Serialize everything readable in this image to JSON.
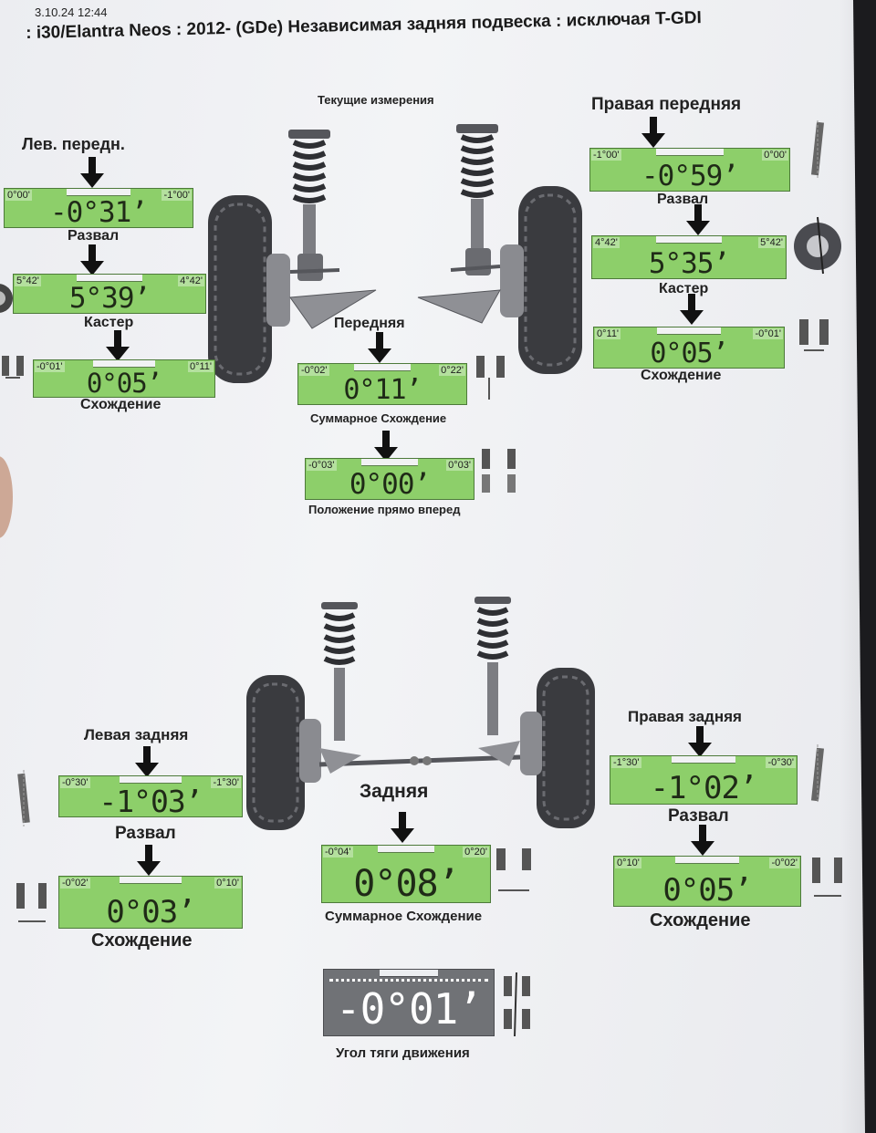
{
  "header": {
    "datetime": "3.10.24 12:44",
    "title": ": i30/Elantra Neos : 2012-  (GDe) Независимая задняя подвеска : исключая T-GDI"
  },
  "front": {
    "section_title": "Текущие измерения",
    "left": {
      "title": "Лев. передн.",
      "camber": {
        "label": "Развал",
        "value": "-0°31",
        "min": "0°00'",
        "max": "-1°00'"
      },
      "caster": {
        "label": "Кастер",
        "value": "5°39",
        "min": "5°42'",
        "max": "4°42'"
      },
      "toe": {
        "label": "Схождение",
        "value": "0°05",
        "min": "-0°01'",
        "max": "0°11'"
      }
    },
    "right": {
      "title": "Правая передняя",
      "camber": {
        "label": "Развал",
        "value": "-0°59",
        "min": "-1°00'",
        "max": "0°00'"
      },
      "caster": {
        "label": "Кастер",
        "value": "5°35",
        "min": "4°42'",
        "max": "5°42'"
      },
      "toe": {
        "label": "Схождение",
        "value": "0°05",
        "min": "0°11'",
        "max": "-0°01'"
      }
    },
    "total": {
      "title": "Передняя",
      "toe": {
        "label": "Суммарное Схождение",
        "value": "0°11",
        "min": "-0°02'",
        "max": "0°22'"
      },
      "straight": {
        "label": "Положение прямо вперед",
        "value": "0°00",
        "min": "-0°03'",
        "max": "0°03'"
      }
    }
  },
  "rear": {
    "left": {
      "title": "Левая задняя",
      "camber": {
        "label": "Развал",
        "value": "-1°03",
        "min": "-0°30'",
        "max": "-1°30'"
      },
      "toe": {
        "label": "Схождение",
        "value": "0°03",
        "min": "-0°02'",
        "max": "0°10'"
      }
    },
    "right": {
      "title": "Правая задняя",
      "camber": {
        "label": "Развал",
        "value": "-1°02",
        "min": "-1°30'",
        "max": "-0°30'"
      },
      "toe": {
        "label": "Схождение",
        "value": "0°05",
        "min": "0°10'",
        "max": "-0°02'"
      }
    },
    "total": {
      "title": "Задняя",
      "toe": {
        "label": "Суммарное Схождение",
        "value": "0°08",
        "min": "-0°04'",
        "max": "0°20'"
      },
      "thrust": {
        "label": "Угол тяги движения",
        "value": "-0°01"
      }
    }
  },
  "colors": {
    "gauge_green": "#8dcf6a",
    "gauge_gray": "#707276",
    "paper": "#f0f1f4"
  }
}
